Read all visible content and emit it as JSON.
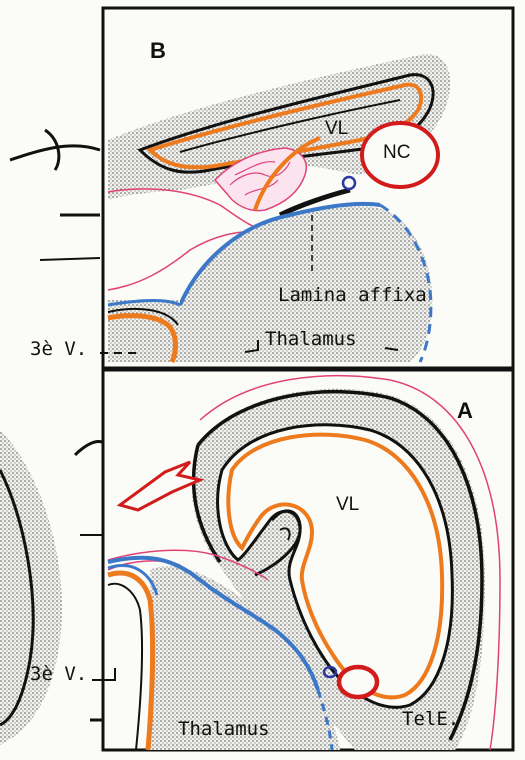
{
  "panel_b": {
    "letter": "B",
    "labels": {
      "vl": "VL",
      "nc": "NC",
      "lamina_affixa": "Lamina affixa",
      "thalamus": "Thalamus",
      "third_ventricle": "3è V."
    }
  },
  "panel_a": {
    "letter": "A",
    "labels": {
      "vl": "VL",
      "thalamus": "Thalamus",
      "telencephalon": "TelE.",
      "third_ventricle": "3è V."
    }
  },
  "colors": {
    "ependyma_orange": "#ee7a1e",
    "pia_magenta": "#e0427a",
    "thalamus_blue": "#3b78c8",
    "nucleus_red": "#d21b1b",
    "outline_black": "#111111",
    "stipple_gray": "#bdbdbd"
  }
}
